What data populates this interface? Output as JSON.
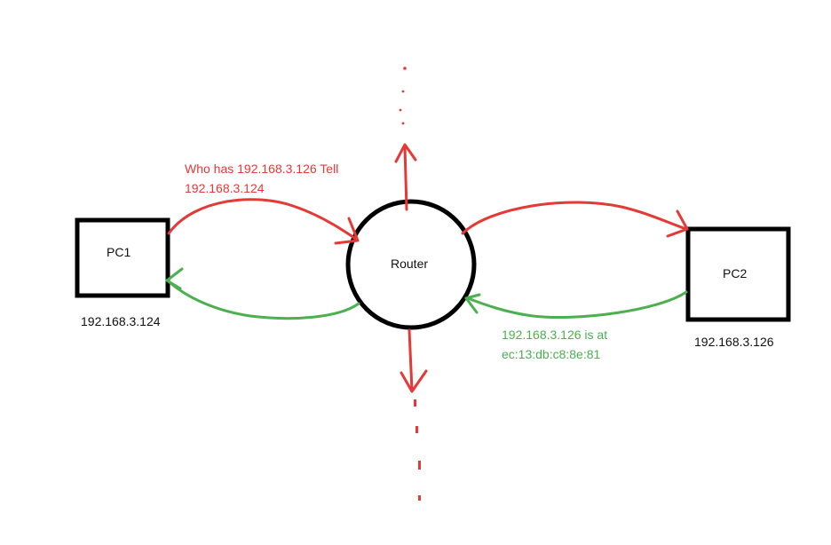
{
  "colors": {
    "request": "#e53935",
    "reply": "#4caf50",
    "outline": "#000000"
  },
  "nodes": {
    "pc1": {
      "label": "PC1",
      "ip": "192.168.3.124"
    },
    "router": {
      "label": "Router"
    },
    "pc2": {
      "label": "PC2",
      "ip": "192.168.3.126"
    }
  },
  "messages": {
    "request": {
      "line1": "Who has 192.168.3.126 Tell",
      "line2": "192.168.3.124"
    },
    "reply": {
      "line1": "192.168.3.126 is at",
      "line2": "ec:13:db:c8:8e:81"
    }
  }
}
